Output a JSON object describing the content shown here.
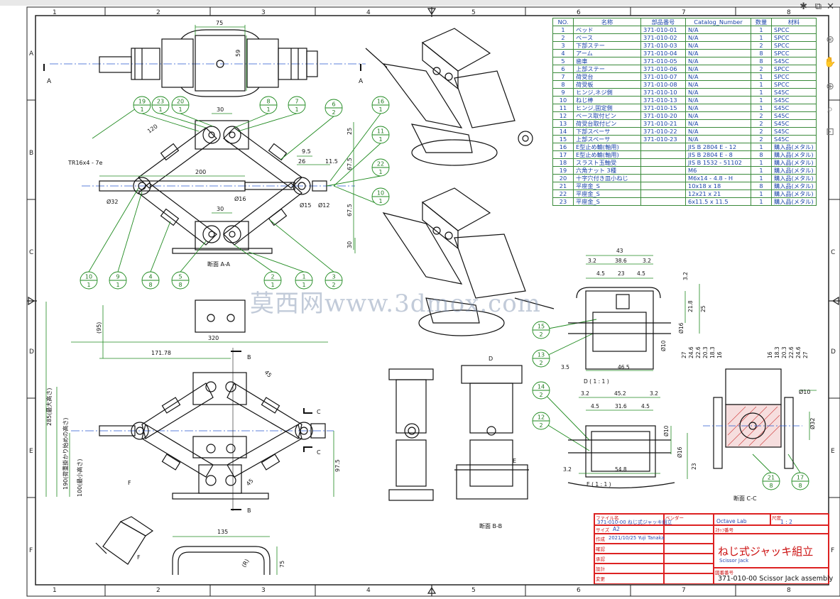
{
  "window": {
    "controls": {
      "star": "✱",
      "minimize": "⧉",
      "close": "✕"
    }
  },
  "frame": {
    "col_numbers": [
      "1",
      "2",
      "3",
      "4",
      "5",
      "6",
      "7",
      "8"
    ],
    "row_letters": [
      "A",
      "B",
      "C",
      "D",
      "E",
      "F"
    ]
  },
  "bom": {
    "headers": [
      "NO.",
      "名称",
      "部品番号",
      "Catalog_Number",
      "数量",
      "材料"
    ],
    "rows": [
      [
        "1",
        "ベッド",
        "371-010-01",
        "N/A",
        "1",
        "SPCC"
      ],
      [
        "2",
        "ベース",
        "371-010-02",
        "N/A",
        "1",
        "SPCC"
      ],
      [
        "3",
        "下部ステー",
        "371-010-03",
        "N/A",
        "2",
        "SPCC"
      ],
      [
        "4",
        "アーム",
        "371-010-04",
        "N/A",
        "8",
        "SPCC"
      ],
      [
        "5",
        "歯車",
        "371-010-05",
        "N/A",
        "8",
        "S45C"
      ],
      [
        "6",
        "上部ステー",
        "371-010-06",
        "N/A",
        "2",
        "SPCC"
      ],
      [
        "7",
        "荷受台",
        "371-010-07",
        "N/A",
        "1",
        "SPCC"
      ],
      [
        "8",
        "荷受板",
        "371-010-08",
        "N/A",
        "1",
        "SPCC"
      ],
      [
        "9",
        "ヒンジ,ネジ側",
        "371-010-10",
        "N/A",
        "1",
        "S45C"
      ],
      [
        "10",
        "ねじ棒",
        "371-010-13",
        "N/A",
        "1",
        "S45C"
      ],
      [
        "11",
        "ヒンジ,固定側",
        "371-010-15",
        "N/A",
        "1",
        "S45C"
      ],
      [
        "12",
        "ベース取付ピン",
        "371-010-20",
        "N/A",
        "2",
        "S45C"
      ],
      [
        "13",
        "荷受台取付ピン",
        "371-010-21",
        "N/A",
        "2",
        "S45C"
      ],
      [
        "14",
        "下部スペーサ",
        "371-010-22",
        "N/A",
        "2",
        "S45C"
      ],
      [
        "15",
        "上部スペーサ",
        "371-010-23",
        "N/A",
        "2",
        "S45C"
      ],
      [
        "16",
        "E型止め輪(軸用)",
        "",
        "JIS B 2804 E - 12",
        "1",
        "購入品(メタル)"
      ],
      [
        "17",
        "E型止め輪(軸用)",
        "",
        "JIS B 2804 E - 8",
        "8",
        "購入品(メタル)"
      ],
      [
        "18",
        "スラスト玉軸受",
        "",
        "JIS B 1532 - 51102",
        "1",
        "購入品(メタル)"
      ],
      [
        "19",
        "六角ナット 3種",
        "",
        "M6",
        "1",
        "購入品(メタル)"
      ],
      [
        "20",
        "十字穴付き皿小ねじ",
        "",
        "M6x14 - 4.8 - H",
        "1",
        "購入品(メタル)"
      ],
      [
        "21",
        "平座金_S",
        "",
        "10x18 x 18",
        "8",
        "購入品(メタル)"
      ],
      [
        "22",
        "平座金_S",
        "",
        "12x21 x 21",
        "1",
        "購入品(メタル)"
      ],
      [
        "23",
        "平座金_S",
        "",
        "6x11.5 x 11.5",
        "1",
        "購入品(メタル)"
      ]
    ]
  },
  "title_block": {
    "file_label": "ファイル名",
    "file_value": "371-010-00 ねじ式ジャッキ組立",
    "vendor_label": "ベンダー",
    "vendor_value": "Octave Lab",
    "scale_label": "尺度",
    "scale_value": "1 : 2",
    "size_label": "サイズ",
    "size_value": "A2",
    "made_label": "作成",
    "made_value": "2021/10/25 Yuji Tanaka",
    "drawer_label": "ｽﾀｯﾌ番号",
    "check_label": "確認",
    "approve_label": "承認",
    "design_label": "設計",
    "change_label": "変更",
    "title_ja": "ねじ式ジャッキ組立",
    "title_en": "Scissor Jack",
    "drawing_no_label": "図番番号",
    "drawing_no": "371-010-00 Scissor Jack assembly"
  },
  "views": {
    "section_aa": "断面 A-A",
    "section_bb": "断面 B-B",
    "section_cc": "断面 C-C",
    "detail_d": "D ( 1 : 1 )",
    "detail_e": "E ( 1 : 1 )",
    "thread": "TR16x4 - 7e",
    "cut_a": "A",
    "cut_b": "B",
    "cut_c": "C",
    "label_d": "D",
    "label_e": "E",
    "label_f": "F",
    "h_max": "285(最大高さ)",
    "h_load": "190(荷重掛かり始めの高さ)",
    "h_min": "100(最小高さ)"
  },
  "dims": {
    "top_75": "75",
    "top_59": "59",
    "d30a": "30",
    "d120": "120",
    "d200": "200",
    "d32": "Ø32",
    "d16": "Ø16",
    "d15": "Ø15",
    "d12": "Ø12",
    "d30b": "30",
    "d25": "25",
    "d67a": "67.5",
    "d67b": "67.5",
    "d30c": "30",
    "d9": "9.5",
    "d26": "26",
    "d11": "11.5",
    "d320": "320",
    "d95": "(95)",
    "d171": "171.78",
    "d45a": "45",
    "d45b": "45",
    "d97": "97.5",
    "d135": "135",
    "d75b": "75",
    "dR": "(R)",
    "d43": "43",
    "d38": "38.6",
    "d32a": "3.2",
    "d32b": "3.2",
    "d45c": "4.5",
    "d23a": "23",
    "d45d": "4.5",
    "d32c": "3.2",
    "d218": "21.8",
    "d25b": "25",
    "d16b": "Ø16",
    "d10a": "Ø10",
    "d35": "3.5",
    "d465": "46.5",
    "d452": "45.2",
    "d316": "31.6",
    "d32d": "3.2",
    "d32e": "3.2",
    "d45e": "4.5",
    "d45f": "4.5",
    "d548": "54.8",
    "d32f": "3.2",
    "d10b": "Ø10",
    "d16c": "Ø16",
    "d23b": "23",
    "cc_dims": [
      "27",
      "24.6",
      "22.6",
      "20.3",
      "18.3",
      "16",
      "16",
      "18.3",
      "20.3",
      "22.6",
      "24.6",
      "27"
    ],
    "d10c": "Ø10",
    "d32g": "Ø32"
  },
  "balloons": [
    {
      "n": "19",
      "q": "1"
    },
    {
      "n": "23",
      "q": "1"
    },
    {
      "n": "20",
      "q": "1"
    },
    {
      "n": "8",
      "q": "1"
    },
    {
      "n": "7",
      "q": "1"
    },
    {
      "n": "6",
      "q": "2"
    },
    {
      "n": "16",
      "q": "1"
    },
    {
      "n": "11",
      "q": "1"
    },
    {
      "n": "22",
      "q": "1"
    },
    {
      "n": "10",
      "q": "1"
    },
    {
      "n": "10",
      "q": "1"
    },
    {
      "n": "9",
      "q": "1"
    },
    {
      "n": "4",
      "q": "8"
    },
    {
      "n": "5",
      "q": "8"
    },
    {
      "n": "2",
      "q": "1"
    },
    {
      "n": "1",
      "q": "1"
    },
    {
      "n": "3",
      "q": "2"
    },
    {
      "n": "15",
      "q": "2"
    },
    {
      "n": "13",
      "q": "2"
    },
    {
      "n": "14",
      "q": "2"
    },
    {
      "n": "12",
      "q": "2"
    },
    {
      "n": "21",
      "q": "8"
    },
    {
      "n": "17",
      "q": "8"
    }
  ],
  "watermark": "莫西网www.3dmox.com",
  "colors": {
    "dim": "#1f8a1f",
    "line": "#111111",
    "text_blue": "#1a44a8",
    "title_red": "#cc1111"
  }
}
